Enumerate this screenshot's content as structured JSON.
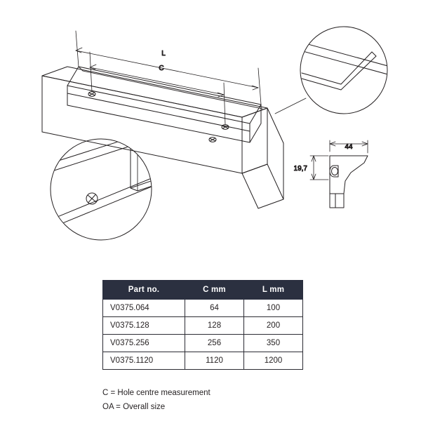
{
  "diagram": {
    "labels": {
      "length_overall": "L",
      "hole_centres": "C",
      "depth": "44",
      "height": "19,7"
    },
    "views": {
      "main": "isometric-handle-on-panel",
      "detail_left": "section-detail-bottom-left",
      "detail_right": "section-detail-top-right",
      "profile": "end-profile-section"
    }
  },
  "table": {
    "headers": [
      "Part no.",
      "C mm",
      "L mm"
    ],
    "rows": [
      [
        "V0375.064",
        "64",
        "100"
      ],
      [
        "V0375.128",
        "128",
        "200"
      ],
      [
        "V0375.256",
        "256",
        "350"
      ],
      [
        "V0375.1120",
        "1120",
        "1200"
      ]
    ]
  },
  "notes": [
    "C = Hole centre measurement",
    "OA = Overall size"
  ]
}
